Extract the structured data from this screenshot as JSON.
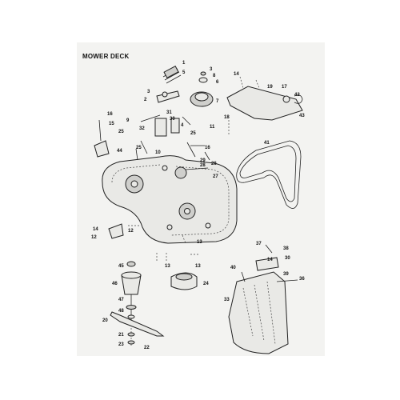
{
  "title": "MOWER DECK",
  "callouts": [
    {
      "id": "c1",
      "label": "1"
    },
    {
      "id": "c5",
      "label": "5"
    },
    {
      "id": "c3a",
      "label": "3"
    },
    {
      "id": "c2",
      "label": "2"
    },
    {
      "id": "c3b",
      "label": "3"
    },
    {
      "id": "c8",
      "label": "8"
    },
    {
      "id": "c6",
      "label": "6"
    },
    {
      "id": "c7",
      "label": "7"
    },
    {
      "id": "c31",
      "label": "31"
    },
    {
      "id": "c30",
      "label": "30"
    },
    {
      "id": "c9",
      "label": "9"
    },
    {
      "id": "c32",
      "label": "32"
    },
    {
      "id": "c4",
      "label": "4"
    },
    {
      "id": "c11",
      "label": "11"
    },
    {
      "id": "c25a",
      "label": "25"
    },
    {
      "id": "c25b",
      "label": "25"
    },
    {
      "id": "c10",
      "label": "10"
    },
    {
      "id": "c25c",
      "label": "25"
    },
    {
      "id": "c16a",
      "label": "16"
    },
    {
      "id": "c15",
      "label": "15"
    },
    {
      "id": "c44",
      "label": "44"
    },
    {
      "id": "c16b",
      "label": "16"
    },
    {
      "id": "c29",
      "label": "29"
    },
    {
      "id": "c28",
      "label": "28"
    },
    {
      "id": "c26",
      "label": "26"
    },
    {
      "id": "c27",
      "label": "27"
    },
    {
      "id": "c14a",
      "label": "14"
    },
    {
      "id": "c19",
      "label": "19"
    },
    {
      "id": "c17",
      "label": "17"
    },
    {
      "id": "c42",
      "label": "42"
    },
    {
      "id": "c43",
      "label": "43"
    },
    {
      "id": "c18",
      "label": "18"
    },
    {
      "id": "c41",
      "label": "41"
    },
    {
      "id": "c14b",
      "label": "14"
    },
    {
      "id": "c12a",
      "label": "12"
    },
    {
      "id": "c12b",
      "label": "12"
    },
    {
      "id": "c13a",
      "label": "13"
    },
    {
      "id": "c13b",
      "label": "13"
    },
    {
      "id": "c13c",
      "label": "13"
    },
    {
      "id": "c45",
      "label": "45"
    },
    {
      "id": "c24",
      "label": "24"
    },
    {
      "id": "c46",
      "label": "46"
    },
    {
      "id": "c47",
      "label": "47"
    },
    {
      "id": "c48",
      "label": "48"
    },
    {
      "id": "c20",
      "label": "20"
    },
    {
      "id": "c21",
      "label": "21"
    },
    {
      "id": "c23",
      "label": "23"
    },
    {
      "id": "c22",
      "label": "22"
    },
    {
      "id": "c37",
      "label": "37"
    },
    {
      "id": "c38",
      "label": "38"
    },
    {
      "id": "c14c",
      "label": "14"
    },
    {
      "id": "c30b",
      "label": "30"
    },
    {
      "id": "c40",
      "label": "40"
    },
    {
      "id": "c39",
      "label": "39"
    },
    {
      "id": "c36",
      "label": "36"
    },
    {
      "id": "c33",
      "label": "33"
    }
  ]
}
